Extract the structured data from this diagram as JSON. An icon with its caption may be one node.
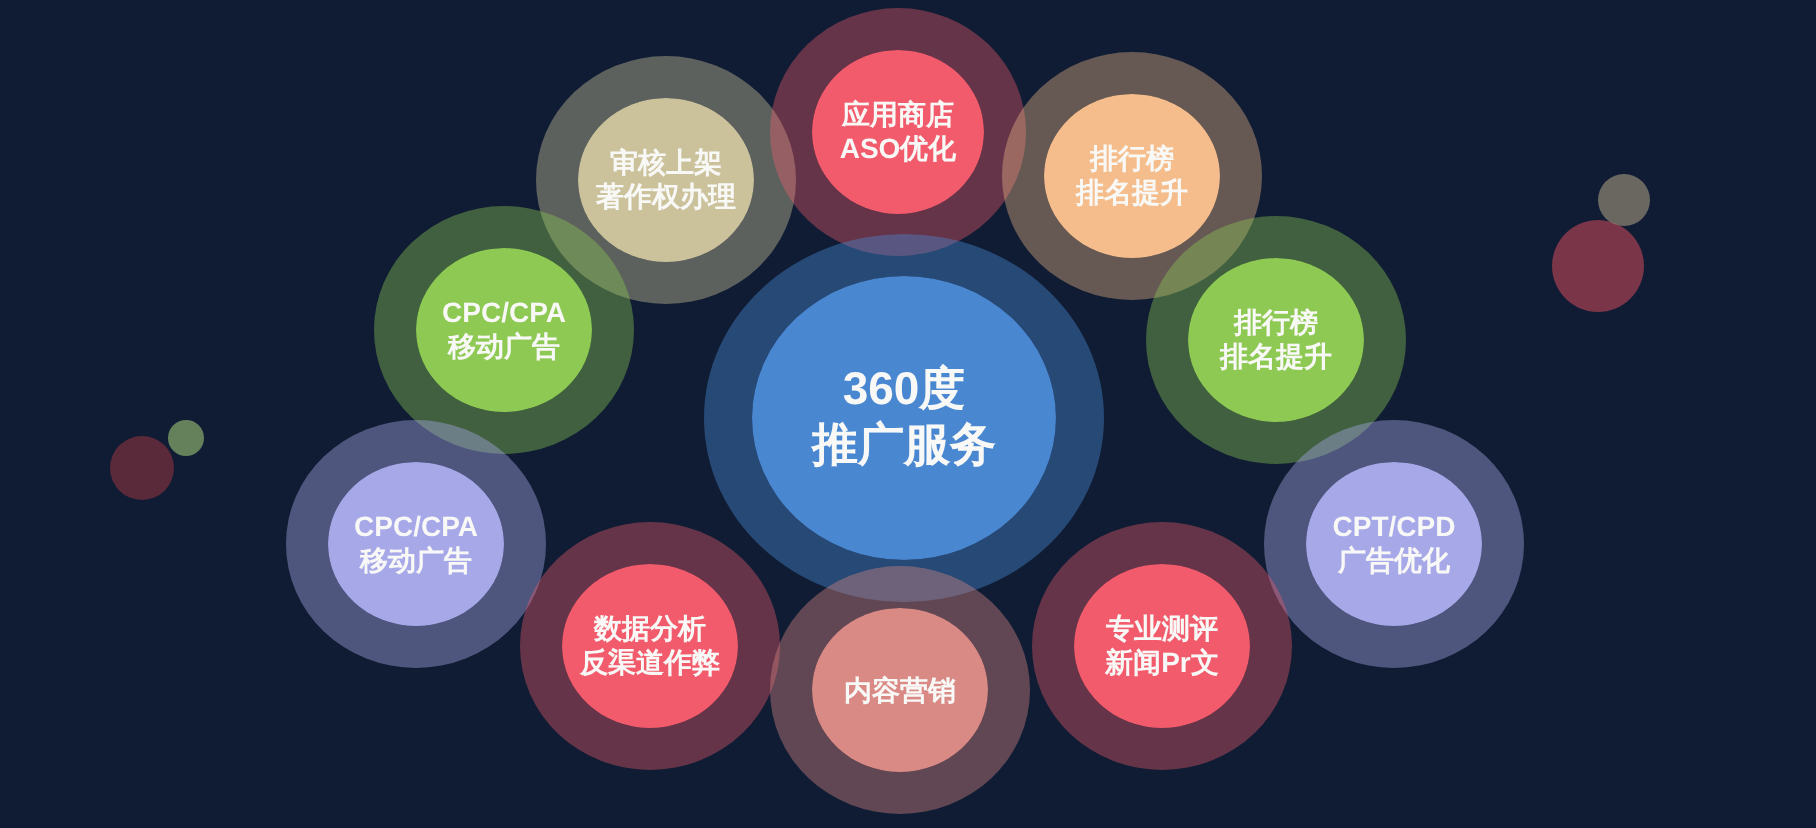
{
  "diagram": {
    "nodes": [
      {
        "text": [
          "审核上架著作权办理"
        ]
      },
      {
        "text": [
          "应用商店ASO优化"
        ]
      },
      {
        "text": [
          "排行榜排名提升"
        ]
      },
      {
        "text": [
          "CPC/CPA移动广告"
        ]
      },
      {
        "text": [
          "360度推广服务"
        ]
      },
      {
        "text": [
          "排行榜排名提升"
        ]
      },
      {
        "text": [
          "CPC/CPA移动广告"
        ]
      },
      {
        "text": [
          "CPT/CPD广告优化"
        ]
      },
      {
        "text": [
          "数据分析反渠道作弊"
        ]
      },
      {
        "text": [
          "内容营销"
        ]
      },
      {
        "text": [
          "专业测评新闻Pr文"
        ]
      }
    ]
  }
}
